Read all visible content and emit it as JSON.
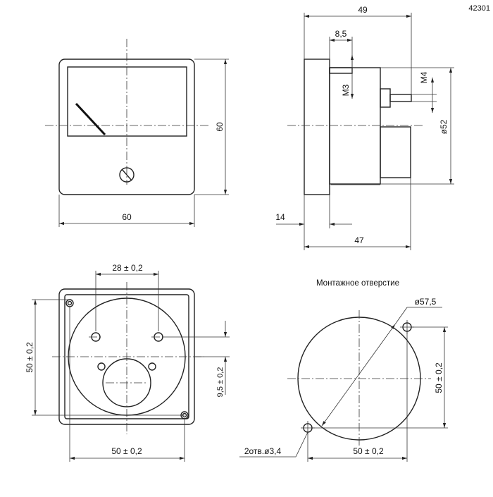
{
  "drawing_number": "42301",
  "front_view": {
    "height_dim": "60",
    "width_dim": "60"
  },
  "side_view": {
    "overall_length": "49",
    "stud_length": "8,5",
    "thread_m3": "M3",
    "thread_m4": "M4",
    "body_diameter": "ø52",
    "flange_thickness": "14",
    "body_length": "47"
  },
  "rear_view": {
    "terminal_spacing": "28 ± 0,2",
    "mount_height": "50 ± 0,2",
    "terminal_offset": "9,5 ± 0,2",
    "mount_width": "50 ± 0,2"
  },
  "cutout": {
    "title": "Монтажное отверстие",
    "diameter": "ø57,5",
    "hole_spacing_v": "50 ± 0,2",
    "hole_spacing_h": "50 ± 0,2",
    "holes_label": "2отв.ø3,4"
  }
}
